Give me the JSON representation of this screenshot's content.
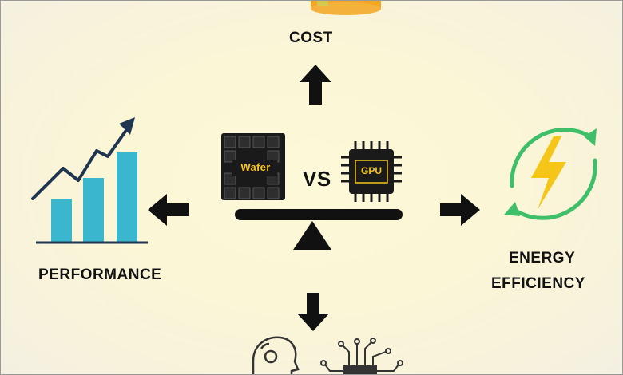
{
  "labels": {
    "cost": "COST",
    "performance": "PERFORMANCE",
    "energy_line1": "ENERGY",
    "energy_line2": "EFFICIENCY",
    "vs": "VS",
    "wafer": "Wafer",
    "gpu": "GPU"
  },
  "icons": {
    "top": "coin-stack-icon",
    "left": "bar-chart-growth-icon",
    "right": "energy-cycle-icon",
    "bottom_left": "ai-head-icon",
    "bottom_right": "circuit-chip-icon",
    "center": "balance-scale-icon"
  },
  "colors": {
    "coin": "#f5a623",
    "bar": "#3bb6cf",
    "trend": "#1f3550",
    "energy_green": "#3fbf6a",
    "bolt": "#f5c518",
    "chip": "#1a1a1a",
    "chip_text": "#f5c518"
  }
}
